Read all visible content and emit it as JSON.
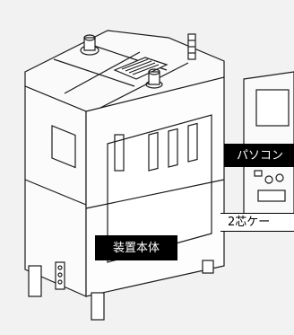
{
  "labels": {
    "pc": "パソコン",
    "cable": "2芯ケー",
    "main_unit": "装置本体"
  },
  "colors": {
    "background": "#f2f2f2",
    "label_bg": "#000000",
    "label_text": "#ffffff",
    "line": "#1a1a1a"
  }
}
